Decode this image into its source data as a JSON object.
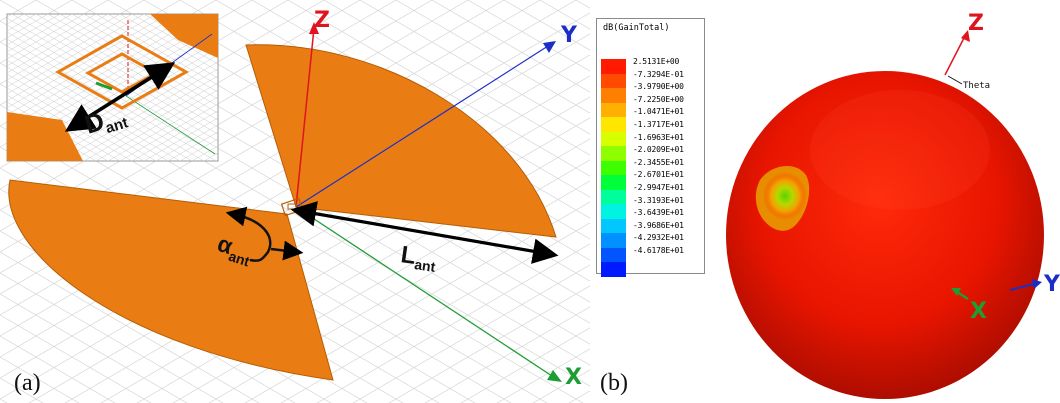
{
  "panel_a": {
    "label": "(a)",
    "axes": {
      "z": "Z",
      "y": "Y",
      "x": "X"
    },
    "inset_dimension": {
      "main": "D",
      "sub": "ant"
    },
    "length_dimension": {
      "main": "L",
      "sub": "ant"
    },
    "angle_dimension": {
      "main": "α",
      "sub": "ant"
    }
  },
  "panel_b": {
    "label": "(b)",
    "axes": {
      "z": "Z",
      "y": "Y",
      "x": "X",
      "theta": "Theta"
    }
  },
  "legend": {
    "title": "dB(GainTotal)",
    "values": [
      "2.5131E+00",
      "-7.3294E-01",
      "-3.9790E+00",
      "-7.2250E+00",
      "-1.0471E+01",
      "-1.3717E+01",
      "-1.6963E+01",
      "-2.0209E+01",
      "-2.3455E+01",
      "-2.6701E+01",
      "-2.9947E+01",
      "-3.3193E+01",
      "-3.6439E+01",
      "-3.9686E+01",
      "-4.2932E+01",
      "-4.6178E+01"
    ],
    "colors": [
      "#ff1a00",
      "#ff4a00",
      "#ff7f00",
      "#ffb000",
      "#ffe600",
      "#d8ff00",
      "#8fff00",
      "#3eff00",
      "#00ff3a",
      "#00ff9a",
      "#00f2e0",
      "#00c8ff",
      "#0090ff",
      "#0055ff",
      "#001aff"
    ]
  },
  "colors": {
    "antenna": "#e97d13",
    "antenna_edge": "#b55d06",
    "axis_z": "#e0141e",
    "axis_y": "#1b2fc8",
    "axis_x": "#1e9d34",
    "sphere_red": "#e01200",
    "grid": "#cfcfcf"
  }
}
